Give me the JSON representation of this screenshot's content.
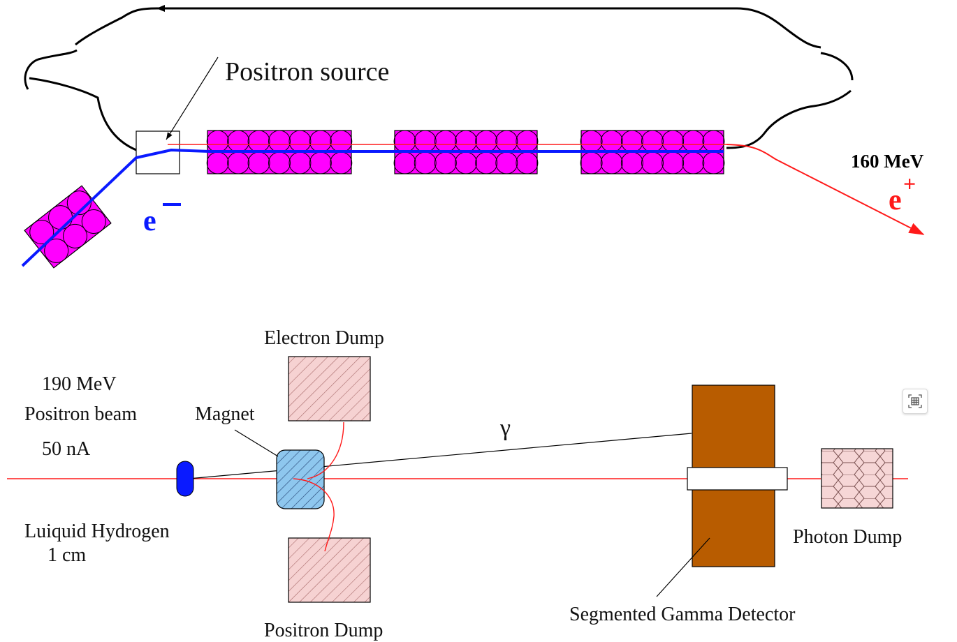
{
  "top_diagram": {
    "source_label": "Positron source",
    "energy_label": "160 MeV",
    "positron_label": "e",
    "positron_sup": "+",
    "electron_label": "e",
    "electron_sup": "–"
  },
  "bottom_diagram": {
    "beam_energy": "190 MeV",
    "beam_type": "Positron beam",
    "beam_current": "50 nA",
    "magnet_label": "Magnet",
    "electron_dump_label": "Electron Dump",
    "positron_dump_label": "Positron Dump",
    "target_label_line1": "Luiquid Hydrogen",
    "target_label_line2": "1 cm",
    "gamma_label": "γ",
    "detector_label": "Segmented Gamma Detector",
    "photon_dump_label": "Photon Dump"
  },
  "colors": {
    "electron_beam": "#0a1aff",
    "positron_beam": "#ff1a1a",
    "magnet": "#ff00ff",
    "analyzing_magnet": "#8ec7ee",
    "target": "#0a1aff",
    "dump": "#f6d2d2",
    "detector": "#b85c00"
  },
  "icons": {
    "toolbar_button": "grid-capture-icon"
  }
}
